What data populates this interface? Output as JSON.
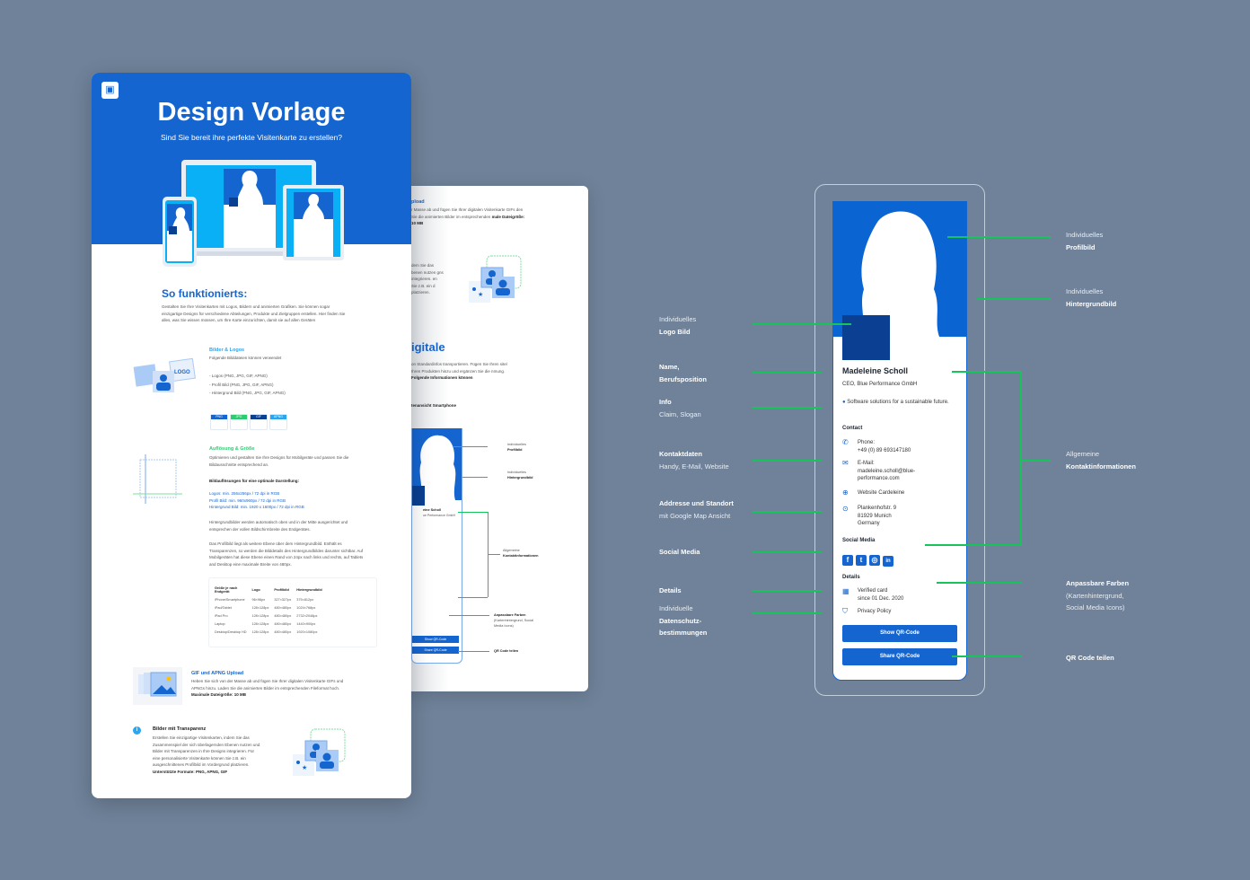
{
  "doc_main": {
    "title": "Design Vorlage",
    "subtitle": "Sind Sie bereit ihre perfekte Visitenkarte zu erstellen?",
    "how_title": "So funktionierts:",
    "how_text": "Gestalten Sie Ihre Visitenkarten mit Logos, Bildern und animierten Grafiken. Sie können sogar einzigartige Designs für verschiedene Abteilungen, Produkte und Zielgruppen erstellen. Hier finden Sie alles, was Sie wissen müssen, um Ihre Karte einzurichten, damit sie auf allen Geräten",
    "images_title": "Bilder & Logos",
    "images_intro": "Folgende Bilddateien können verwendet",
    "images_list": [
      "- Logos (PNG, JPG, GIF, APNG)",
      "- Profil Bild (PNG, JPG, GIF, APNG)",
      "- Hintergrund Bild (PNG, JPG, GIF, APNG)"
    ],
    "logo_label": "LOGO",
    "formats": [
      {
        "label": "PNG",
        "color": "#1565d0"
      },
      {
        "label": "JPG",
        "color": "#2ecc71"
      },
      {
        "label": "GIF",
        "color": "#0a3f91"
      },
      {
        "label": "APNG",
        "color": "#2aa6f0"
      }
    ],
    "res_title": "Auflösung & Größe",
    "res_intro": "Optimieren und gestalten Sie Ihre Designs für Mobilgeräte und passen Sie die Bildausschnitte entsprechend an.",
    "res_sub": "Bildauflösungen für eine optimale Darstellung:",
    "res_list": [
      "Logos: min. 256x256px / 72 dpi in RGB",
      "Profil Bild: min. 960x960px / 72 dpi in RGB",
      "Hintergrund Bild: min. 1920 x 1600px / 72 dpi in RGB"
    ],
    "res_p1": "Hintergrundbilder werden automatisch oben und in der Mitte ausgerichtet und entsprechen der vollen Bildschirmbreite des Endgerätes.",
    "res_p2": "Das Profilbild liegt als weitere Ebene über dem Hintergrundbild. Enthält es Transparenzen, so werden die Bilddetails des Hintergrundbildes darunter sichtbar. Auf Mobilgeräten hat diese Ebene einen Rand von 24px nach links und rechts, auf Tablets and Desktop eine maximale Breite von 480px.",
    "table": {
      "headers": [
        "Größe je nach Endgerät",
        "Logo",
        "Profilbild",
        "Hintergrundbild"
      ],
      "rows": [
        [
          "iPhone/Smartphone",
          "96×96px",
          "327×327px",
          "375×812px"
        ],
        [
          "iPad/Tablet",
          "128×128px",
          "480×480px",
          "1024×768px"
        ],
        [
          "iPad Pro",
          "128×128px",
          "480×480px",
          "2732×2048px"
        ],
        [
          "Laptop",
          "128×128px",
          "480×480px",
          "1440×900px"
        ],
        [
          "Desktop/Desktop HD",
          "128×128px",
          "480×480px",
          "1920×1080px"
        ]
      ]
    },
    "gif_title": "GIF und APNG Upload",
    "gif_text": "Heben Sie sich von der Masse ab und fügen Sie Ihrer digitalen Visitenkarte GIFs und APNGs hinzu. Laden Sie die animierten Bilder im entsprechenden Fileformat hoch.",
    "gif_bold": "Maximale Dateigröße: 10 MB",
    "trans_title": "Bilder mit Transparenz",
    "trans_text": "Erstellen Sie einzigartige Visitenkarten, indem Sie das Zusammenspiel der sich überlagernden Ebenen nutzen und Bilder mit Transparenzen in Ihre Designs integrieren. Für eine personalisierte Visitenkarte können Sie z.B. ein ausgeschnittenes Profilbild im Vordergrund platzieren.",
    "trans_bold": "Unterstützte Formate: PNG, APNG, GIF"
  },
  "doc_second": {
    "upload_title": "pload",
    "upload_text": "r Masse ab und fügen Sie Ihrer digitalen Visitenkarte GIFs den Sie die animierten Bilder im entsprechenden",
    "upload_bold": "male Dateigröße: 10 MB",
    "trans_frag": "dem Sie das benen nutzen gns integrieren. en Sie z.B. ein d platzieren.",
    "digital_title": "igitale",
    "digital_text": "on Standardinfos transportieren. Fügen Sie Ihren site/ Ihren Produkten hinzu und ergänzen Sie die nmung.",
    "digital_bold": "Folgende Informationen können",
    "view_label": "tenansicht Smartphone",
    "labels": [
      {
        "light": "Individuelles",
        "bold": "Profilbild"
      },
      {
        "light": "Individuelles",
        "bold": "Hintergrundbild"
      },
      {
        "light": "Allgemeine",
        "bold": "Kontaktinformationen"
      },
      {
        "light": "(Kartenhintergrund, Social Media Icons)",
        "bold": "Anpassbare Farben"
      },
      {
        "light": "",
        "bold": "QR Code teilen"
      }
    ],
    "mini_name": "eine Scholl",
    "mini_company": "ue Performance GmbH",
    "mini_btn1": "Show QR-Code",
    "mini_btn2": "Share QR-Code"
  },
  "card": {
    "name": "Madeleine Scholl",
    "position": "CEO, Blue Performance GmbH",
    "info_icon": "globe-emoji",
    "info": "Software solutions for a sustainable future.",
    "contact_title": "Contact",
    "phone": "Phone:\n+49 (0) 89 693147180",
    "email": "E-Mail:\nmadeleine.scholl@blue-\nperformance.com",
    "website": "Website Cardeleine",
    "address": "Plankenhofstr. 9\n81929 Munich\nGermany",
    "social_title": "Social Media",
    "social": [
      "f",
      "t",
      "◎",
      "in"
    ],
    "details_title": "Details",
    "verified": "Verified card\nsince 01 Dec. 2020",
    "privacy": "Privacy Policy",
    "show_qr": "Show QR-Code",
    "share_qr": "Share QR-Code"
  },
  "annotations_left": [
    {
      "light": "Individuelles",
      "bold": "Logo Bild"
    },
    {
      "bold": "Name,\nBerufsposition"
    },
    {
      "bold": "Info",
      "light2": "Claim, Slogan"
    },
    {
      "bold": "Kontaktdaten",
      "light2": "Handy, E-Mail, Website"
    },
    {
      "bold": "Addresse und Standort",
      "light2": "mit Google Map Ansicht"
    },
    {
      "bold": "Social Media"
    },
    {
      "bold": "Details"
    },
    {
      "light": "Individuelle",
      "bold": "Datenschutz-\nbestimmungen"
    }
  ],
  "annotations_right": [
    {
      "light": "Individuelles",
      "bold": "Profilbild"
    },
    {
      "light": "Individuelles",
      "bold": "Hintergrundbild"
    },
    {
      "light": "Allgemeine",
      "bold": "Kontaktinformationen"
    },
    {
      "bold": "Anpassbare Farben",
      "light2": "(Kartenhintergrund,\nSocial Media Icons)"
    },
    {
      "bold": "QR Code teilen"
    }
  ],
  "colors": {
    "background": "#6f8299",
    "brand_blue": "#1565d0",
    "dark_blue": "#0a3f91",
    "annotation_green": "#16c45a"
  }
}
